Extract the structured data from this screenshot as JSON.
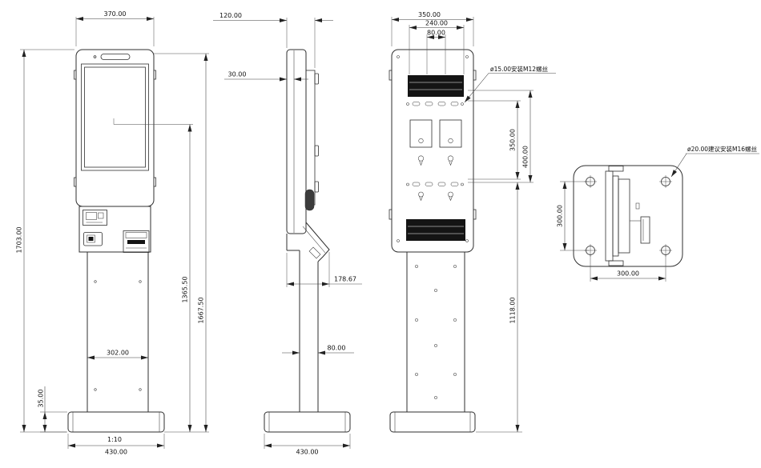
{
  "drawing": {
    "front": {
      "width_top": "370.00",
      "height_total": "1703.00",
      "height_screen": "1365.50",
      "height_head": "1667.50",
      "width_pole": "302.00",
      "height_base": "35.00",
      "width_base": "430.00",
      "scale": "1:10"
    },
    "side": {
      "depth_head": "120.00",
      "thickness_panel": "30.00",
      "depth_bracket": "178.67",
      "depth_pole": "80.00",
      "depth_base": "430.00"
    },
    "rear": {
      "width_top": "350.00",
      "width_vesa": "240.00",
      "spacing_holes": "80.00",
      "height_vesa": "350.00",
      "height_plate": "400.00",
      "height_pole": "1118.00",
      "note_m12": "ø15.00安装M12螺丝"
    },
    "plate": {
      "height_holes": "300.00",
      "width_holes": "300.00",
      "note_m16": "ø20.00建议安装M16螺丝"
    }
  }
}
